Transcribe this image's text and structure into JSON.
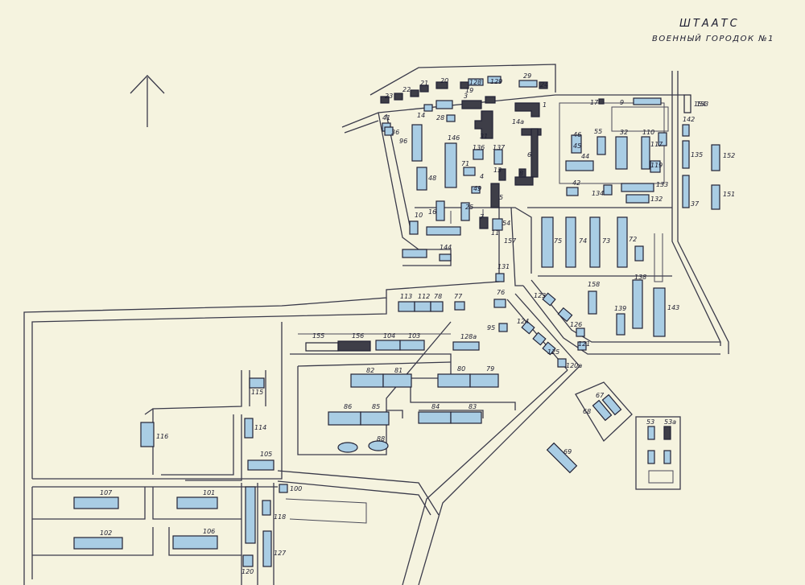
{
  "title": {
    "line1": "ШТААТС",
    "line2": "ВОЕННЫЙ ГОРОДОК №1"
  },
  "north_arrow": "arrow-up-icon",
  "colors": {
    "paper": "#f5f3df",
    "building_fill": "#a9cde4",
    "dark_building": "#3e3e48",
    "ink": "#222235"
  },
  "building_labels": [
    "1",
    "3",
    "4",
    "5",
    "6",
    "7",
    "8",
    "9",
    "10",
    "11",
    "13",
    "14",
    "14a",
    "16",
    "17",
    "19",
    "20",
    "21",
    "22",
    "23",
    "24",
    "25",
    "28",
    "29",
    "31",
    "32",
    "36",
    "37",
    "41",
    "42",
    "44",
    "45",
    "46",
    "48",
    "49",
    "53",
    "53a",
    "54",
    "55",
    "67",
    "68",
    "69",
    "71",
    "72",
    "73",
    "74",
    "75",
    "76",
    "77",
    "78",
    "79",
    "80",
    "81",
    "82",
    "83",
    "84",
    "85",
    "86",
    "88",
    "95",
    "96",
    "100",
    "101",
    "102",
    "103",
    "104",
    "105",
    "106",
    "107",
    "110",
    "112",
    "113",
    "114",
    "115",
    "116",
    "117",
    "118",
    "119",
    "120",
    "120a",
    "121",
    "123",
    "124",
    "125",
    "126",
    "127",
    "128",
    "128a",
    "129",
    "131",
    "132",
    "133",
    "134",
    "135",
    "136",
    "137",
    "138",
    "139",
    "142",
    "143",
    "144",
    "146",
    "151",
    "152",
    "153",
    "154",
    "155",
    "156",
    "157",
    "158"
  ]
}
